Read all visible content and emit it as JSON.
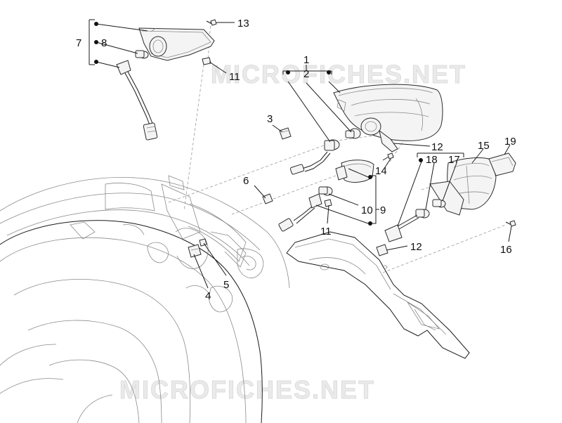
{
  "watermark": {
    "top": "MICROFICHES.NET",
    "bottom": "MICROFICHES.NET"
  },
  "callouts": [
    {
      "id": "c1",
      "label": "1"
    },
    {
      "id": "c2",
      "label": "2"
    },
    {
      "id": "c3",
      "label": "3"
    },
    {
      "id": "c4",
      "label": "4"
    },
    {
      "id": "c5",
      "label": "5"
    },
    {
      "id": "c6",
      "label": "6"
    },
    {
      "id": "c7",
      "label": "7"
    },
    {
      "id": "c8",
      "label": "8"
    },
    {
      "id": "c9",
      "label": "9"
    },
    {
      "id": "c10",
      "label": "10"
    },
    {
      "id": "c11a",
      "label": "11"
    },
    {
      "id": "c11b",
      "label": "11"
    },
    {
      "id": "c12a",
      "label": "12"
    },
    {
      "id": "c12b",
      "label": "12"
    },
    {
      "id": "c13",
      "label": "13"
    },
    {
      "id": "c14",
      "label": "14"
    },
    {
      "id": "c15",
      "label": "15"
    },
    {
      "id": "c16",
      "label": "16"
    },
    {
      "id": "c17",
      "label": "17"
    },
    {
      "id": "c18",
      "label": "18"
    },
    {
      "id": "c19",
      "label": "19"
    }
  ]
}
